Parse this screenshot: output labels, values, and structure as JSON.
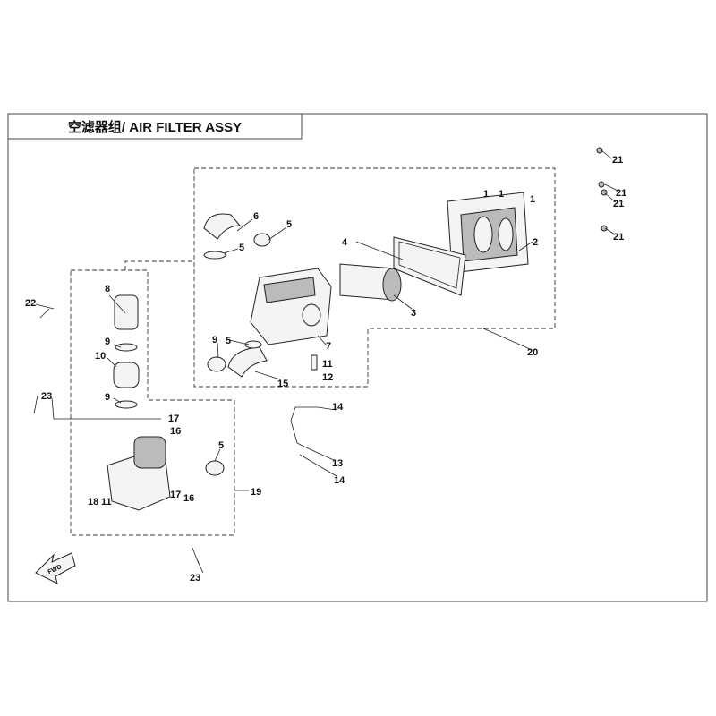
{
  "title": "空滤器组/ AIR FILTER ASSY",
  "fwd_mark": "FWD",
  "callouts": [
    "21",
    "1",
    "1",
    "1",
    "21",
    "21",
    "2",
    "21",
    "6",
    "5",
    "5",
    "4",
    "3",
    "8",
    "22",
    "9",
    "10",
    "9",
    "7",
    "11",
    "12",
    "5",
    "9",
    "15",
    "20",
    "14",
    "23",
    "17",
    "16",
    "5",
    "13",
    "14",
    "19",
    "18",
    "11",
    "17",
    "16",
    "23"
  ]
}
